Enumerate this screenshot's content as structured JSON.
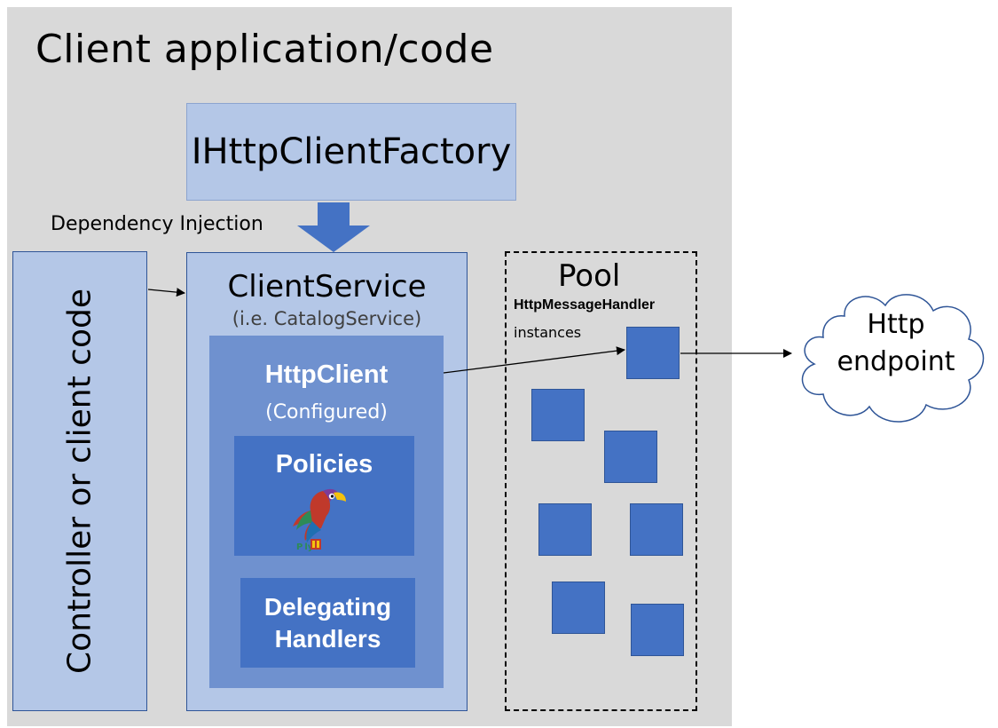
{
  "app": {
    "title": "Client application/code"
  },
  "factory": {
    "label": "IHttpClientFactory"
  },
  "di": {
    "label": "Dependency Injection"
  },
  "controller": {
    "label": "Controller or client code"
  },
  "client_service": {
    "title": "ClientService",
    "subtitle": "(i.e. CatalogService)"
  },
  "http_client": {
    "title": "HttpClient",
    "subtitle": "(Configured)"
  },
  "policies": {
    "title": "Policies",
    "logo_text": "P ly"
  },
  "delegating": {
    "line1": "Delegating",
    "line2": "Handlers"
  },
  "pool": {
    "title": "Pool",
    "handler_label": "HttpMessageHandler",
    "instances_label": "instances"
  },
  "endpoint": {
    "line1": "Http",
    "line2": "endpoint"
  },
  "colors": {
    "light_blue": "#b4c7e7",
    "mid_blue": "#6f91cf",
    "dark_blue": "#4472c4",
    "gray_bg": "#d9d9d9"
  }
}
